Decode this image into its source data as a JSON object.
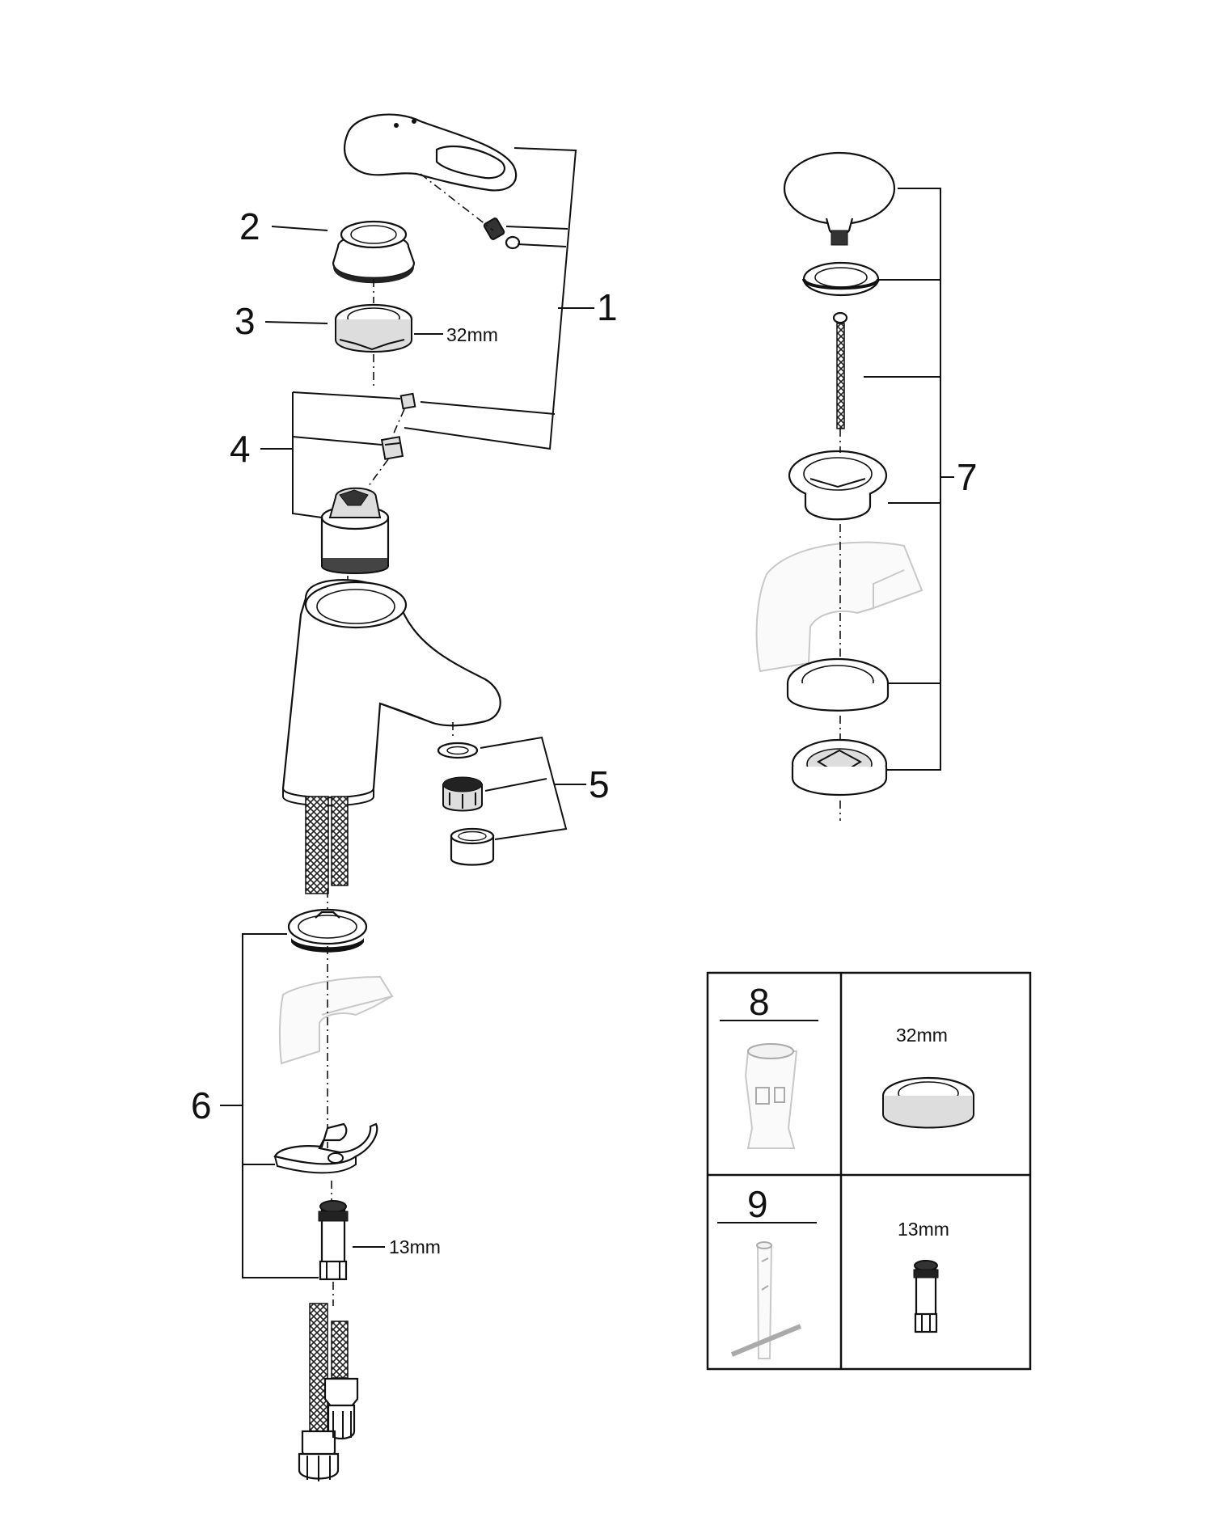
{
  "callouts": {
    "c1": "1",
    "c2": "2",
    "c3": "3",
    "c4": "4",
    "c5": "5",
    "c6": "6",
    "c7": "7",
    "c8": "8",
    "c9": "9"
  },
  "dimensions": {
    "nut_32": "32mm",
    "fitting_13": "13mm",
    "table_32": "32mm",
    "table_13": "13mm"
  }
}
